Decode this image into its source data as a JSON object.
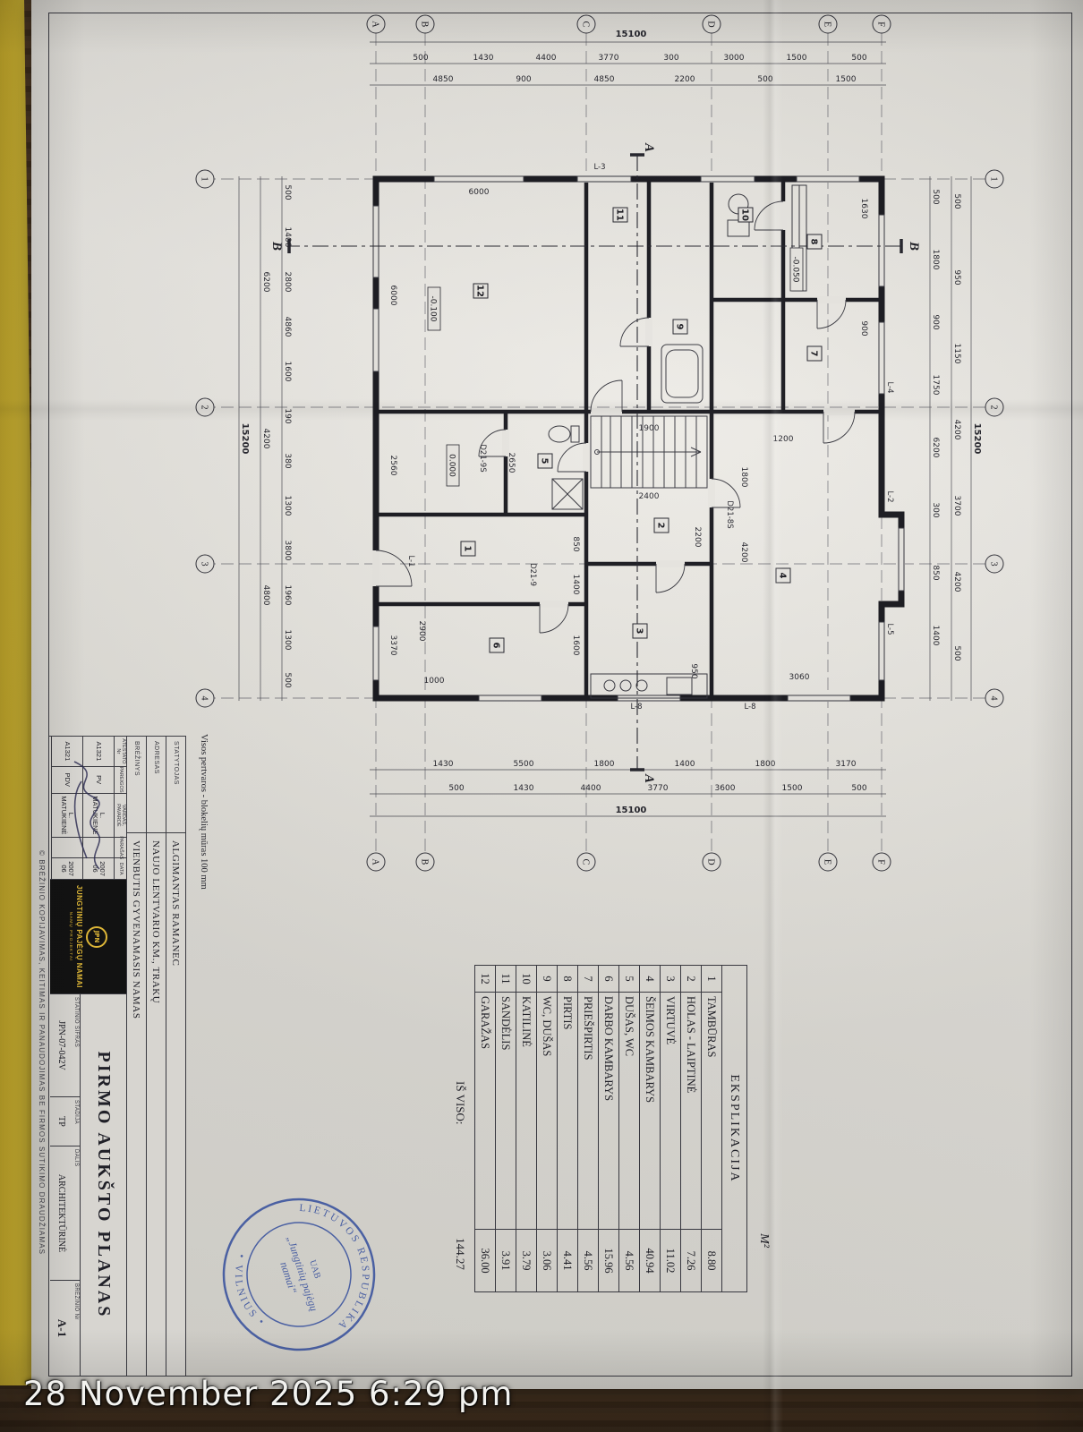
{
  "photo": {
    "timestamp": "28 November 2025 6:29 pm"
  },
  "sheet": {
    "note": "Visos pertvaros - blokelių mūras 100 mm",
    "copyright": "© BRĖŽINIO KOPIJAVIMAS, KEITIMAS IR PANAUDOJIMAS BE FIRMOS SUTIKIMO DRAUDŽIAMAS"
  },
  "explication": {
    "title": "EKSPLIKACIJA",
    "unit": "M²",
    "rows": [
      {
        "nr": "1",
        "name": "TAMBŪRAS",
        "area": "8.80"
      },
      {
        "nr": "2",
        "name": "HOLAS - LAIPTINĖ",
        "area": "7.26"
      },
      {
        "nr": "3",
        "name": "VIRTUVĖ",
        "area": "11.02"
      },
      {
        "nr": "4",
        "name": "ŠEIMOS KAMBARYS",
        "area": "40.94"
      },
      {
        "nr": "5",
        "name": "DUŠAS, WC",
        "area": "4.56"
      },
      {
        "nr": "6",
        "name": "DARBO KAMBARYS",
        "area": "15.96"
      },
      {
        "nr": "7",
        "name": "PRIEŠPIRTIS",
        "area": "4.56"
      },
      {
        "nr": "8",
        "name": "PIRTIS",
        "area": "4.41"
      },
      {
        "nr": "9",
        "name": "WC, DUŠAS",
        "area": "3.06"
      },
      {
        "nr": "10",
        "name": "KATILINĖ",
        "area": "3.79"
      },
      {
        "nr": "11",
        "name": "SANDĖLIS",
        "area": "3.91"
      },
      {
        "nr": "12",
        "name": "GARAŽAS",
        "area": "36.00"
      }
    ],
    "total_label": "IŠ VISO:",
    "total_value": "144.27"
  },
  "title_block": {
    "statytojas_label": "STATYTOJAS",
    "statytojas": "ALGIMANTAS RAMANEC",
    "adresas_label": "ADRESAS",
    "adresas": "NAUJO LENTVARIO KM., TRAKŲ",
    "brezinys_label": "BRĖŽINYS",
    "brezinys": "VIENBUTIS GYVENAMASIS NAMAS",
    "atestato_headers": [
      "ATESTATO Nr",
      "PAREIGOS",
      "VARDAS, PAVARDĖ",
      "PARAŠAS",
      "DATA"
    ],
    "atestato_rows": [
      [
        "A1321",
        "PV",
        "L. MATUKIENĖ",
        "",
        "2007 06"
      ],
      [
        "A1321",
        "PDV",
        "L. MATUKIENĖ",
        "",
        "2007 06"
      ]
    ],
    "logo_line1": "JUNGTINIŲ PAJĖGŲ NAMAI",
    "logo_line2": "NAMŲ PROJEKTAI",
    "logo_emblem": "JPN",
    "title": "PIRMO AUKŠTO PLANAS",
    "sifras_label": "STATINIO ŠIFRAS",
    "sifras": "JPN-07-042V",
    "stadija_label": "STADIJA",
    "stadija": "TP",
    "dalis_label": "DALIS",
    "dalis": "ARCHITEKTŪRINĖ",
    "brezinio_nr_label": "BRĖŽINIO Nr",
    "brezinio_nr": "A-1"
  },
  "stamp": {
    "arc_top": "LIETUVOS RESPUBLIKA",
    "arc_bottom": "• VILNIUS •",
    "center1": "UAB",
    "center2": "„Jungtinių pajėgų",
    "center3": "namai“"
  },
  "plan": {
    "grid_numbers": [
      "1",
      "2",
      "3",
      "4"
    ],
    "grid_letters": [
      "A",
      "B",
      "C",
      "D",
      "E",
      "F"
    ],
    "section_a": "A",
    "section_b": "B",
    "levels": [
      "0.000",
      "-0.050",
      "-0.100"
    ],
    "codes": [
      "L-1",
      "L-2",
      "L-3",
      "L-4",
      "L-5",
      "L-8",
      "L-8",
      "D21-9",
      "D21-9S",
      "D21-8S"
    ],
    "rooms": [
      "1",
      "2",
      "3",
      "4",
      "5",
      "6",
      "7",
      "8",
      "9",
      "10",
      "11",
      "12"
    ],
    "dims": {
      "total_top": "15200",
      "top_outer": [
        "500",
        "950",
        "1150",
        "4200",
        "3700",
        "4200",
        "500"
      ],
      "top_inner": [
        "500",
        "1800",
        "900",
        "1750",
        "6200",
        "300",
        "850",
        "1400"
      ],
      "total_bottom": "15200",
      "bottom_outer": [
        "6200",
        "4200",
        "4800"
      ],
      "bottom_inner": [
        "500",
        "1400",
        "2800",
        "4860",
        "1600",
        "190",
        "380",
        "1300",
        "3800",
        "1960",
        "1300",
        "500"
      ],
      "total_left": "15100",
      "left_outer": [
        "500",
        "1500",
        "3000",
        "300",
        "3770",
        "4400",
        "1430",
        "500"
      ],
      "left_inner": [
        "1500",
        "500",
        "2200",
        "4850",
        "900",
        "4850"
      ],
      "total_right": "15100",
      "right_outer": [
        "500",
        "1500",
        "3600",
        "3770",
        "4400",
        "1430",
        "500"
      ],
      "right_inner": [
        "3170",
        "1800",
        "1400",
        "1800",
        "5500",
        "1430"
      ],
      "interior": [
        "6000",
        "6000",
        "1630",
        "900",
        "2200",
        "2560",
        "1900",
        "2400",
        "2650",
        "850",
        "1400",
        "1600",
        "3370",
        "1000",
        "2900",
        "4200",
        "1800",
        "1200",
        "3060",
        "950"
      ]
    }
  }
}
